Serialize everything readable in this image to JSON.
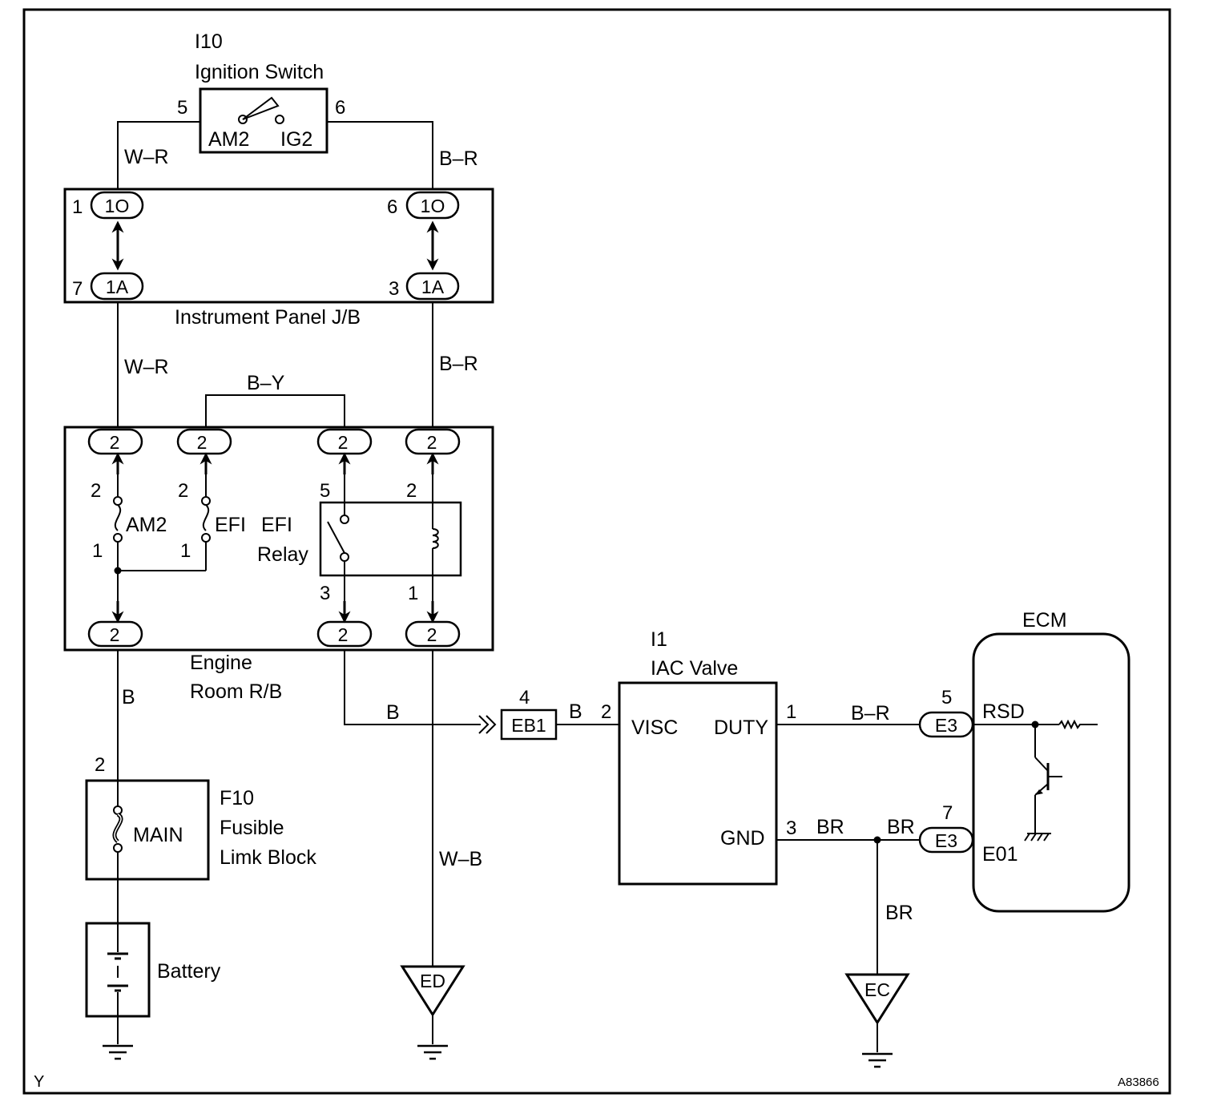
{
  "ignition_switch": {
    "id": "I10",
    "name": "Ignition Switch",
    "pin_left": "5",
    "pin_right": "6",
    "term_left": "AM2",
    "term_right": "IG2"
  },
  "instrument_panel_jb": {
    "label": "Instrument Panel J/B",
    "top_left_pin": "1",
    "top_left_conn": "1O",
    "top_right_pin": "6",
    "top_right_conn": "1O",
    "bottom_left_pin": "7",
    "bottom_left_conn": "1A",
    "bottom_right_pin": "3",
    "bottom_right_conn": "1A"
  },
  "engine_room_rb": {
    "label_line1": "Engine",
    "label_line2": "Room R/B",
    "top_conns": [
      "2",
      "2",
      "2",
      "2"
    ],
    "bottom_conns": [
      "2",
      "2",
      "2"
    ],
    "am2_fuse": {
      "label": "AM2",
      "pin_top": "2",
      "pin_bottom": "1"
    },
    "efi_fuse": {
      "label": "EFI",
      "pin_top": "2",
      "pin_bottom": "1"
    },
    "efi_relay": {
      "label_line1": "EFI",
      "label_line2": "Relay",
      "pin_switch_top": "5",
      "pin_coil_top": "2",
      "pin_switch_bottom": "3",
      "pin_coil_bottom": "1"
    }
  },
  "wires": {
    "wr_top": "W–R",
    "br_top": "B–R",
    "wr_mid": "W–R",
    "br_mid": "B–R",
    "by": "B–Y",
    "b_left": "B",
    "b_eb1": "B",
    "b_visc": "B",
    "wb": "W–B",
    "br_duty": "B–R",
    "br_gnd": "BR",
    "br_e3": "BR",
    "br_ec": "BR"
  },
  "fusible_link": {
    "id": "F10",
    "name_line1": "Fusible",
    "name_line2": "Limk Block",
    "fuse_label": "MAIN",
    "pin": "2"
  },
  "battery": {
    "label": "Battery"
  },
  "grounds": {
    "ed": "ED",
    "ec": "EC"
  },
  "eb1": {
    "label": "EB1",
    "pin": "4"
  },
  "iac_valve": {
    "id": "I1",
    "name": "IAC Valve",
    "visc": "VISC",
    "duty": "DUTY",
    "gnd": "GND",
    "pin_visc": "2",
    "pin_duty": "1",
    "pin_gnd": "3"
  },
  "ecm": {
    "label": "ECM",
    "rsd": "RSD",
    "e01": "E01",
    "conn_top": "E3",
    "conn_top_pin": "5",
    "conn_bottom": "E3",
    "conn_bottom_pin": "7"
  },
  "footer": {
    "left": "Y",
    "right": "A83866"
  }
}
